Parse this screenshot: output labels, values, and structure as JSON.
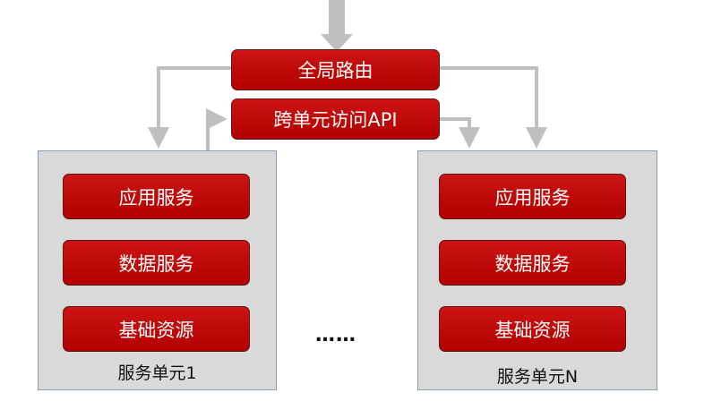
{
  "top": {
    "global_routing": "全局路由",
    "cross_unit_api": "跨单元访问API"
  },
  "units": [
    {
      "services": [
        "应用服务",
        "数据服务",
        "基础资源"
      ],
      "label": "服务单元1"
    },
    {
      "services": [
        "应用服务",
        "数据服务",
        "基础资源"
      ],
      "label": "服务单元N"
    }
  ],
  "ellipsis": "……",
  "colors": {
    "box_red": "#c00000",
    "panel_gray": "#d9d9d9",
    "arrow_gray": "#bfbfbf",
    "panel_border": "#8c9fb8"
  }
}
